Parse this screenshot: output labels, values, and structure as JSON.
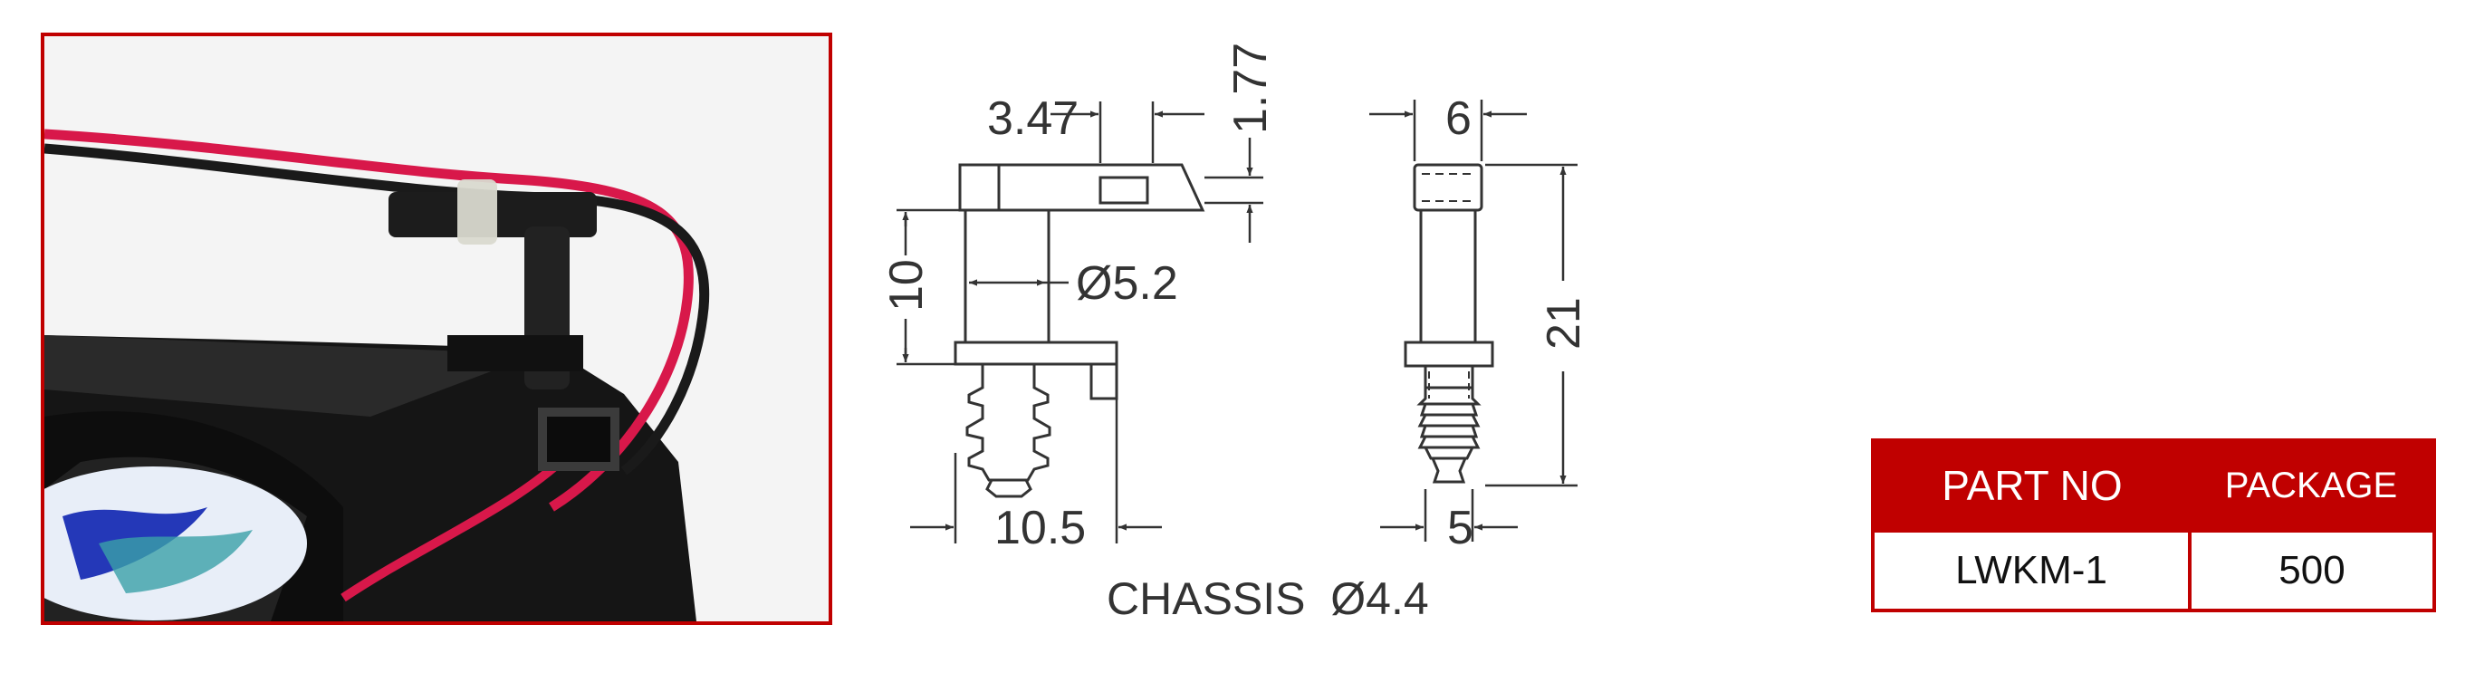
{
  "drawing": {
    "dimensions": {
      "width_top": "3.47",
      "height_top": "1.77",
      "height_left": "10",
      "diameter": "Ø5.2",
      "base_width": "10.5",
      "side_width": "6",
      "total_height": "21",
      "bottom_width": "5"
    },
    "chassis_label": "CHASSIS  Ø4.4"
  },
  "table": {
    "headers": [
      "PART NO",
      "PACKAGE"
    ],
    "rows": [
      [
        "LWKM-1",
        "500"
      ]
    ]
  },
  "colors": {
    "accent": "#c00000",
    "cable_red": "#d8184a",
    "part_black": "#1a1a1a"
  }
}
